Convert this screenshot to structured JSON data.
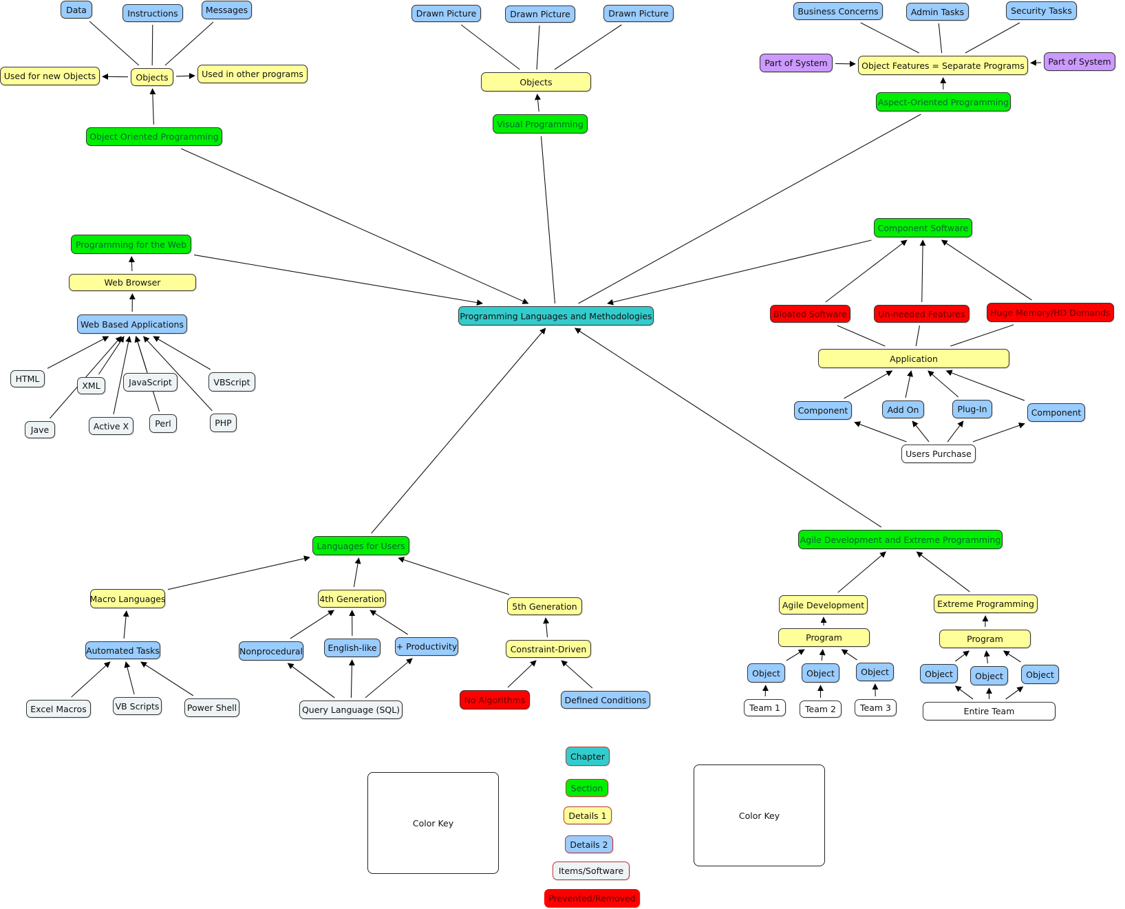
{
  "title": "Programming Languages and Methodologies",
  "colors": {
    "chapter": "#33cccc",
    "section": "#00ee00",
    "details1": "#ffff99",
    "details2": "#99ccff",
    "items": "#eef3f5",
    "prevented": "#ff0000",
    "part_of_system": "#cc99ff"
  },
  "nodes": [
    {
      "id": "root",
      "label": "Programming Languages and Methodologies",
      "type": "chapter"
    },
    {
      "id": "oop",
      "label": "Object Oriented Programming",
      "type": "section"
    },
    {
      "id": "oop_objects",
      "label": "Objects",
      "type": "d1"
    },
    {
      "id": "oop_new",
      "label": "Used for new Objects",
      "type": "d1"
    },
    {
      "id": "oop_other",
      "label": "Used in other programs",
      "type": "d1"
    },
    {
      "id": "oop_data",
      "label": "Data",
      "type": "d2"
    },
    {
      "id": "oop_instr",
      "label": "Instructions",
      "type": "d2"
    },
    {
      "id": "oop_msg",
      "label": "Messages",
      "type": "d2"
    },
    {
      "id": "vp",
      "label": "Visual Programming",
      "type": "section"
    },
    {
      "id": "vp_objects",
      "label": "Objects",
      "type": "d1"
    },
    {
      "id": "vp_pic1",
      "label": "Drawn Picture",
      "type": "d2"
    },
    {
      "id": "vp_pic2",
      "label": "Drawn Picture",
      "type": "d2"
    },
    {
      "id": "vp_pic3",
      "label": "Drawn Picture",
      "type": "d2"
    },
    {
      "id": "aop",
      "label": "Aspect-Oriented Programming",
      "type": "section"
    },
    {
      "id": "aop_feat",
      "label": "Object Features = Separate Programs",
      "type": "d1"
    },
    {
      "id": "aop_bus",
      "label": "Business Concerns",
      "type": "d2"
    },
    {
      "id": "aop_admin",
      "label": "Admin Tasks",
      "type": "d2"
    },
    {
      "id": "aop_sec",
      "label": "Security Tasks",
      "type": "d2"
    },
    {
      "id": "aop_pos1",
      "label": "Part of System",
      "type": "purple"
    },
    {
      "id": "aop_pos2",
      "label": "Part of System",
      "type": "purple"
    },
    {
      "id": "web",
      "label": "Programming for the Web",
      "type": "section"
    },
    {
      "id": "web_browser",
      "label": "Web Browser",
      "type": "d1"
    },
    {
      "id": "web_apps",
      "label": "Web Based Applications",
      "type": "d2"
    },
    {
      "id": "web_html",
      "label": "HTML",
      "type": "item"
    },
    {
      "id": "web_xml",
      "label": "XML",
      "type": "item"
    },
    {
      "id": "web_js",
      "label": "JavaScript",
      "type": "item"
    },
    {
      "id": "web_vbs",
      "label": "VBScript",
      "type": "item"
    },
    {
      "id": "web_jave",
      "label": "Jave",
      "type": "item"
    },
    {
      "id": "web_activex",
      "label": "Active X",
      "type": "item"
    },
    {
      "id": "web_perl",
      "label": "Perl",
      "type": "item"
    },
    {
      "id": "web_php",
      "label": "PHP",
      "type": "item"
    },
    {
      "id": "cs",
      "label": "Component Software",
      "type": "section"
    },
    {
      "id": "cs_bloat",
      "label": "Bloated Software",
      "type": "red"
    },
    {
      "id": "cs_unneeded",
      "label": "Un-needed Features",
      "type": "red"
    },
    {
      "id": "cs_mem",
      "label": "Huge Memory/HD Demands",
      "type": "red"
    },
    {
      "id": "cs_app",
      "label": "Application",
      "type": "d1"
    },
    {
      "id": "cs_comp1",
      "label": "Component",
      "type": "d2"
    },
    {
      "id": "cs_addon",
      "label": "Add On",
      "type": "d2"
    },
    {
      "id": "cs_plugin",
      "label": "Plug-In",
      "type": "d2"
    },
    {
      "id": "cs_comp2",
      "label": "Component",
      "type": "d2"
    },
    {
      "id": "cs_users",
      "label": "Users Purchase",
      "type": "white"
    },
    {
      "id": "lfu",
      "label": "Languages for Users",
      "type": "section"
    },
    {
      "id": "lfu_macro",
      "label": "Macro Languages",
      "type": "d1"
    },
    {
      "id": "lfu_auto",
      "label": "Automated Tasks",
      "type": "d2"
    },
    {
      "id": "lfu_excel",
      "label": "Excel Macros",
      "type": "item"
    },
    {
      "id": "lfu_vbs",
      "label": "VB Scripts",
      "type": "item"
    },
    {
      "id": "lfu_ps",
      "label": "Power Shell",
      "type": "item"
    },
    {
      "id": "lfu_4gl",
      "label": "4th Generation",
      "type": "d1"
    },
    {
      "id": "lfu_nonproc",
      "label": "Nonprocedural",
      "type": "d2"
    },
    {
      "id": "lfu_english",
      "label": "English-like",
      "type": "d2"
    },
    {
      "id": "lfu_prod",
      "label": "+ Productivity",
      "type": "d2"
    },
    {
      "id": "lfu_sql",
      "label": "Query Language (SQL)",
      "type": "item"
    },
    {
      "id": "lfu_5gl",
      "label": "5th Generation",
      "type": "d1"
    },
    {
      "id": "lfu_constraint",
      "label": "Constraint-Driven",
      "type": "d1"
    },
    {
      "id": "lfu_noalg",
      "label": "No Algorithms",
      "type": "red"
    },
    {
      "id": "lfu_defcond",
      "label": "Defined Conditions",
      "type": "d2"
    },
    {
      "id": "agile",
      "label": "Agile Development and Extreme Programming",
      "type": "section"
    },
    {
      "id": "ag_dev",
      "label": "Agile Development",
      "type": "d1"
    },
    {
      "id": "ag_prog",
      "label": "Program",
      "type": "d1"
    },
    {
      "id": "ag_obj1",
      "label": "Object",
      "type": "d2"
    },
    {
      "id": "ag_obj2",
      "label": "Object",
      "type": "d2"
    },
    {
      "id": "ag_obj3",
      "label": "Object",
      "type": "d2"
    },
    {
      "id": "ag_team1",
      "label": "Team 1",
      "type": "white"
    },
    {
      "id": "ag_team2",
      "label": "Team 2",
      "type": "white"
    },
    {
      "id": "ag_team3",
      "label": "Team 3",
      "type": "white"
    },
    {
      "id": "xp",
      "label": "Extreme Programming",
      "type": "d1"
    },
    {
      "id": "xp_prog",
      "label": "Program",
      "type": "d1"
    },
    {
      "id": "xp_obj1",
      "label": "Object",
      "type": "d2"
    },
    {
      "id": "xp_obj2",
      "label": "Object",
      "type": "d2"
    },
    {
      "id": "xp_obj3",
      "label": "Object",
      "type": "d2"
    },
    {
      "id": "xp_team",
      "label": "Entire Team",
      "type": "white"
    }
  ],
  "legend": {
    "box_left_label": "Color Key",
    "box_right_label": "Color Key",
    "items": [
      {
        "label": "Chapter",
        "type": "chapter"
      },
      {
        "label": "Section",
        "type": "section"
      },
      {
        "label": "Details 1",
        "type": "d1"
      },
      {
        "label": "Details 2",
        "type": "d2"
      },
      {
        "label": "Items/Software",
        "type": "item"
      },
      {
        "label": "Prevented/Removed",
        "type": "red"
      }
    ]
  },
  "edges": [
    {
      "from": "oop",
      "to": "root",
      "arrow": true
    },
    {
      "from": "oop",
      "to": "oop_objects",
      "arrow": true
    },
    {
      "from": "oop_objects",
      "to": "oop_new",
      "arrow": true
    },
    {
      "from": "oop_objects",
      "to": "oop_other",
      "arrow": true
    },
    {
      "from": "oop_data",
      "to": "oop_objects",
      "arrow": false
    },
    {
      "from": "oop_instr",
      "to": "oop_objects",
      "arrow": false
    },
    {
      "from": "oop_msg",
      "to": "oop_objects",
      "arrow": false
    },
    {
      "from": "vp",
      "to": "root",
      "arrow": false
    },
    {
      "from": "vp",
      "to": "vp_objects",
      "arrow": true
    },
    {
      "from": "vp_pic1",
      "to": "vp_objects",
      "arrow": false
    },
    {
      "from": "vp_pic2",
      "to": "vp_objects",
      "arrow": false
    },
    {
      "from": "vp_pic3",
      "to": "vp_objects",
      "arrow": false
    },
    {
      "from": "aop",
      "to": "root",
      "arrow": false
    },
    {
      "from": "aop",
      "to": "aop_feat",
      "arrow": true
    },
    {
      "from": "aop_bus",
      "to": "aop_feat",
      "arrow": false
    },
    {
      "from": "aop_admin",
      "to": "aop_feat",
      "arrow": false
    },
    {
      "from": "aop_sec",
      "to": "aop_feat",
      "arrow": false
    },
    {
      "from": "aop_pos1",
      "to": "aop_feat",
      "arrow": true
    },
    {
      "from": "aop_pos2",
      "to": "aop_feat",
      "arrow": true
    },
    {
      "from": "web",
      "to": "root",
      "arrow": true
    },
    {
      "from": "web_browser",
      "to": "web",
      "arrow": true
    },
    {
      "from": "web_apps",
      "to": "web_browser",
      "arrow": true
    },
    {
      "from": "web_html",
      "to": "web_apps",
      "arrow": true
    },
    {
      "from": "web_xml",
      "to": "web_apps",
      "arrow": true
    },
    {
      "from": "web_jave",
      "to": "web_apps",
      "arrow": true
    },
    {
      "from": "web_activex",
      "to": "web_apps",
      "arrow": true
    },
    {
      "from": "web_js",
      "to": "web_apps",
      "arrow": true
    },
    {
      "from": "web_perl",
      "to": "web_apps",
      "arrow": true
    },
    {
      "from": "web_php",
      "to": "web_apps",
      "arrow": true
    },
    {
      "from": "web_vbs",
      "to": "web_apps",
      "arrow": true
    },
    {
      "from": "cs",
      "to": "root",
      "arrow": true
    },
    {
      "from": "cs_bloat",
      "to": "cs",
      "arrow": true
    },
    {
      "from": "cs_unneeded",
      "to": "cs",
      "arrow": true
    },
    {
      "from": "cs_mem",
      "to": "cs",
      "arrow": true
    },
    {
      "from": "cs_app",
      "to": "cs_bloat",
      "arrow": false
    },
    {
      "from": "cs_app",
      "to": "cs_unneeded",
      "arrow": false
    },
    {
      "from": "cs_app",
      "to": "cs_mem",
      "arrow": false
    },
    {
      "from": "cs_comp1",
      "to": "cs_app",
      "arrow": true
    },
    {
      "from": "cs_addon",
      "to": "cs_app",
      "arrow": true
    },
    {
      "from": "cs_plugin",
      "to": "cs_app",
      "arrow": true
    },
    {
      "from": "cs_comp2",
      "to": "cs_app",
      "arrow": true
    },
    {
      "from": "cs_users",
      "to": "cs_comp1",
      "arrow": true
    },
    {
      "from": "cs_users",
      "to": "cs_addon",
      "arrow": true
    },
    {
      "from": "cs_users",
      "to": "cs_plugin",
      "arrow": true
    },
    {
      "from": "cs_users",
      "to": "cs_comp2",
      "arrow": true
    },
    {
      "from": "lfu",
      "to": "root",
      "arrow": true
    },
    {
      "from": "lfu_macro",
      "to": "lfu",
      "arrow": true
    },
    {
      "from": "lfu_4gl",
      "to": "lfu",
      "arrow": true
    },
    {
      "from": "lfu_5gl",
      "to": "lfu",
      "arrow": true
    },
    {
      "from": "lfu_auto",
      "to": "lfu_macro",
      "arrow": true
    },
    {
      "from": "lfu_excel",
      "to": "lfu_auto",
      "arrow": true
    },
    {
      "from": "lfu_vbs",
      "to": "lfu_auto",
      "arrow": true
    },
    {
      "from": "lfu_ps",
      "to": "lfu_auto",
      "arrow": true
    },
    {
      "from": "lfu_nonproc",
      "to": "lfu_4gl",
      "arrow": true
    },
    {
      "from": "lfu_english",
      "to": "lfu_4gl",
      "arrow": true
    },
    {
      "from": "lfu_prod",
      "to": "lfu_4gl",
      "arrow": true
    },
    {
      "from": "lfu_sql",
      "to": "lfu_nonproc",
      "arrow": true
    },
    {
      "from": "lfu_sql",
      "to": "lfu_english",
      "arrow": true
    },
    {
      "from": "lfu_sql",
      "to": "lfu_prod",
      "arrow": true
    },
    {
      "from": "lfu_constraint",
      "to": "lfu_5gl",
      "arrow": true
    },
    {
      "from": "lfu_noalg",
      "to": "lfu_constraint",
      "arrow": true
    },
    {
      "from": "lfu_defcond",
      "to": "lfu_constraint",
      "arrow": true
    },
    {
      "from": "agile",
      "to": "root",
      "arrow": true
    },
    {
      "from": "ag_dev",
      "to": "agile",
      "arrow": true
    },
    {
      "from": "xp",
      "to": "agile",
      "arrow": true
    },
    {
      "from": "ag_prog",
      "to": "ag_dev",
      "arrow": true
    },
    {
      "from": "ag_obj1",
      "to": "ag_prog",
      "arrow": true
    },
    {
      "from": "ag_obj2",
      "to": "ag_prog",
      "arrow": true
    },
    {
      "from": "ag_obj3",
      "to": "ag_prog",
      "arrow": true
    },
    {
      "from": "ag_team1",
      "to": "ag_obj1",
      "arrow": true
    },
    {
      "from": "ag_team2",
      "to": "ag_obj2",
      "arrow": true
    },
    {
      "from": "ag_team3",
      "to": "ag_obj3",
      "arrow": true
    },
    {
      "from": "xp_prog",
      "to": "xp",
      "arrow": true
    },
    {
      "from": "xp_obj1",
      "to": "xp_prog",
      "arrow": true
    },
    {
      "from": "xp_obj2",
      "to": "xp_prog",
      "arrow": true
    },
    {
      "from": "xp_obj3",
      "to": "xp_prog",
      "arrow": true
    },
    {
      "from": "xp_team",
      "to": "xp_obj1",
      "arrow": true
    },
    {
      "from": "xp_team",
      "to": "xp_obj2",
      "arrow": true
    },
    {
      "from": "xp_team",
      "to": "xp_obj3",
      "arrow": true
    }
  ]
}
